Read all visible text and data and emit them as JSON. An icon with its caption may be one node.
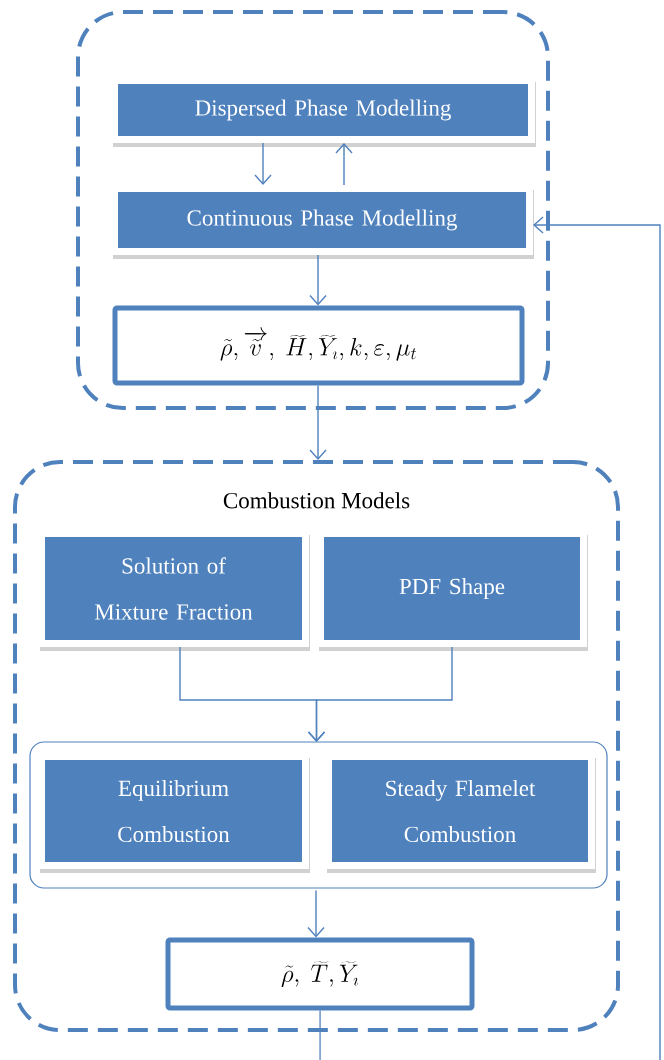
{
  "diagram": {
    "nodes": [
      {
        "text": [],
        "shape": "box"
      },
      {
        "text": [
          "Dispersed Phase Modelling"
        ],
        "in": 0
      },
      {
        "text": [
          "Continuous Phase Modelling"
        ],
        "in": 0
      },
      {
        "text": [
          "\\tilde{\\rho}, \\overrightarrow{\\tilde{v}},\\ \\widetilde{H}, \\widetilde{Y}_{\\imath}, k, \\varepsilon, \\mu_t"
        ],
        "in": 0
      },
      {
        "text": [
          "Combustion Models"
        ]
      },
      {
        "text": [
          "Solution of Mixture Fraction"
        ],
        "in": 4
      },
      {
        "text": [
          "PDF Shape"
        ],
        "in": 4
      },
      {
        "text": [],
        "shape": "box",
        "in": 4
      },
      {
        "text": [
          "Equilibrium Combustion"
        ],
        "in": 7
      },
      {
        "text": [
          "Steady Flamelet Combustion"
        ],
        "in": 7
      },
      {
        "text": [
          "\\tilde{\\rho},\\ \\widetilde{T}, \\widetilde{Y}_{\\imath}"
        ],
        "in": 4
      }
    ],
    "edges": [
      {
        "from": 1,
        "to": 2,
        "arrow": "to"
      },
      {
        "from": 2,
        "to": 1,
        "arrow": "to"
      },
      {
        "from": 2,
        "to": 3,
        "arrow": "to"
      },
      {
        "from": 3,
        "to": 4,
        "arrow": "to"
      },
      {
        "from": 5,
        "to": 7,
        "arrow": "to"
      },
      {
        "from": 6,
        "to": 7,
        "arrow": "to"
      },
      {
        "from": 7,
        "to": 10,
        "arrow": "to"
      },
      {
        "from": 10,
        "to": 2,
        "arrow": "to"
      }
    ]
  }
}
